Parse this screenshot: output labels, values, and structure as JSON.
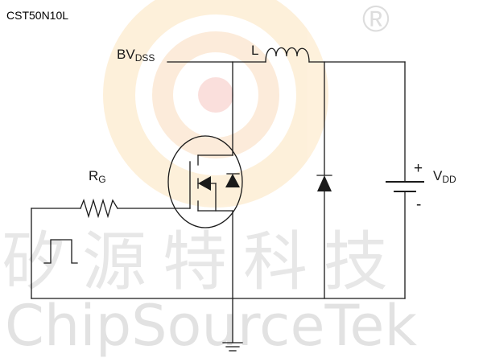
{
  "header": {
    "title": "CST50N10L"
  },
  "watermark": {
    "registered_mark": "®",
    "chinese_text": "矽源特科技",
    "english_text": "ChipSourceTek"
  },
  "labels": {
    "bvdss": {
      "main": "BV",
      "sub": "DSS"
    },
    "inductor": "L",
    "resistor": {
      "main": "R",
      "sub": "G"
    },
    "supply": {
      "main": "V",
      "sub": "DD"
    },
    "plus_sign": "+",
    "minus_sign": "-"
  },
  "colors": {
    "wire": "#1a1a1a",
    "logo_outer": "#f6a623",
    "logo_inner": "#f08a1e",
    "logo_center": "#e53f2c"
  }
}
